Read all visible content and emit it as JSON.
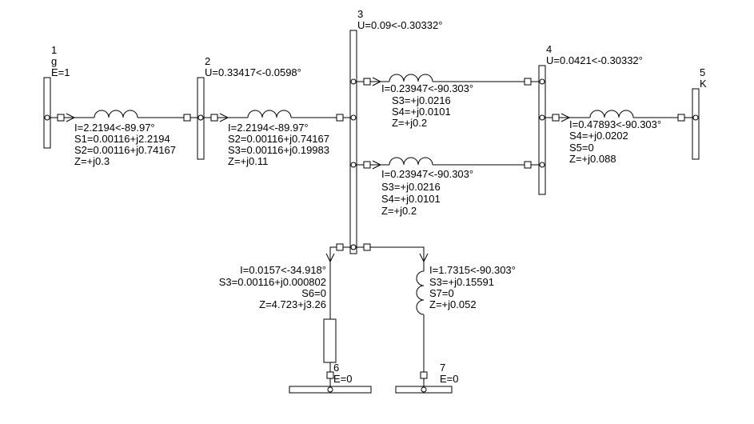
{
  "buses": [
    {
      "id": "bus-1",
      "number": "1",
      "labels": [
        "g",
        "E=1"
      ]
    },
    {
      "id": "bus-2",
      "number": "2",
      "labels": [
        "U=0.33417<-0.0598°"
      ]
    },
    {
      "id": "bus-3",
      "number": "3",
      "labels": [
        "U=0.09<-0.30332°"
      ]
    },
    {
      "id": "bus-4",
      "number": "4",
      "labels": [
        "U=0.0421<-0.30332°"
      ]
    },
    {
      "id": "bus-5",
      "number": "5",
      "labels": [
        "K"
      ]
    },
    {
      "id": "bus-6",
      "number": "6",
      "labels": [
        "E=0"
      ]
    },
    {
      "id": "bus-7",
      "number": "7",
      "labels": [
        "E=0"
      ]
    }
  ],
  "branches": [
    {
      "id": "branch-1-2",
      "lines": [
        "I=2.2194<-89.97°",
        "S1=0.00116+j2.2194",
        "S2=0.00116+j0.74167",
        "Z=+j0.3"
      ]
    },
    {
      "id": "branch-2-3",
      "lines": [
        "I=2.2194<-89.97°",
        "S2=0.00116+j0.74167",
        "S3=0.00116+j0.19983",
        "Z=+j0.11"
      ]
    },
    {
      "id": "branch-3-4-upper",
      "lines": [
        "I=0.23947<-90.303°",
        "S3=+j0.0216",
        "S4=+j0.0101",
        "Z=+j0.2"
      ]
    },
    {
      "id": "branch-3-4-lower",
      "lines": [
        "I=0.23947<-90.303°",
        "S3=+j0.0216",
        "S4=+j0.0101",
        "Z=+j0.2"
      ]
    },
    {
      "id": "branch-4-5",
      "lines": [
        "I=0.47893<-90.303°",
        "S4=+j0.0202",
        "S5=0",
        "Z=+j0.088"
      ]
    },
    {
      "id": "branch-3-6",
      "lines": [
        "I=0.0157<-34.918°",
        "S3=0.00116+j0.000802",
        "S6=0",
        "Z=4.723+j3.26"
      ]
    },
    {
      "id": "branch-3-7",
      "lines": [
        "I=1.7315<-90.303°",
        "S3=+j0.15591",
        "S7=0",
        "Z=+j0.052"
      ]
    }
  ]
}
